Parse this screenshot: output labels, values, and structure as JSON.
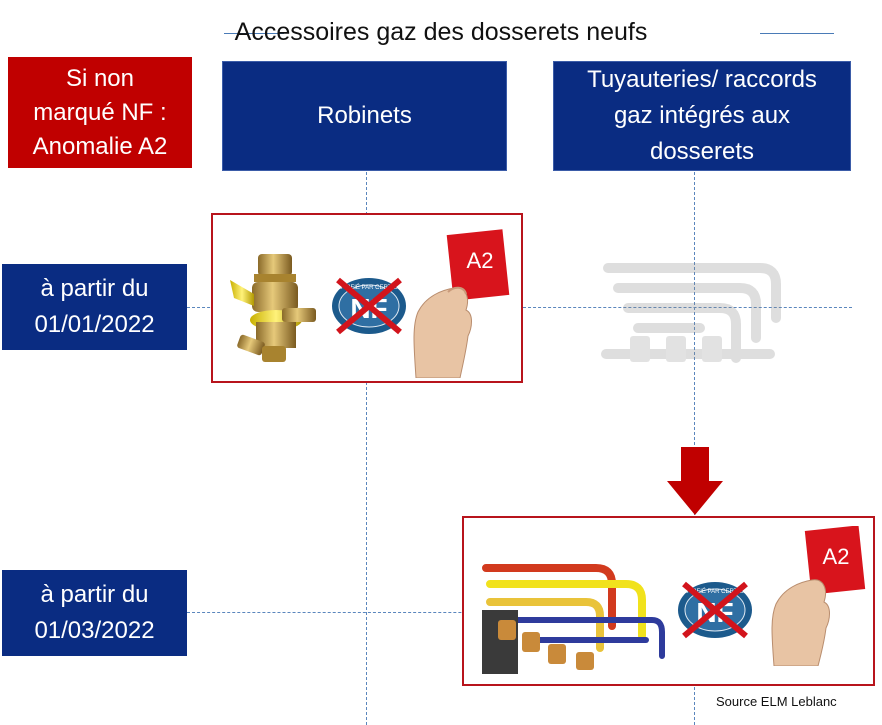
{
  "title": "Accessoires gaz des dosserets neufs",
  "red_box": "Si non\nmarqué NF :\nAnomalie A2",
  "columns": [
    {
      "label": "Robinets"
    },
    {
      "label": "Tuyauteries/ raccords\ngaz intégrés aux\ndosserets"
    }
  ],
  "rows": [
    {
      "label": "à partir du\n01/01/2022"
    },
    {
      "label": "à partir du\n01/03/2022"
    }
  ],
  "cards": [
    {
      "badge": "A2"
    },
    {
      "badge": "A2"
    }
  ],
  "nf_logo": {
    "mark": "NF",
    "ring_text": "CERTIFIÉ PAR CERTIGAZ"
  },
  "source": "Source ELM Leblanc",
  "colors": {
    "red": "#c00000",
    "navy": "#0a2c82",
    "frame": "#b8141c",
    "dash": "#5a86bd"
  },
  "icons": [
    "gas-valve-icon",
    "nf-certigaz-logo-icon",
    "red-card-hand-icon",
    "gas-pipes-icon",
    "down-arrow-icon"
  ]
}
